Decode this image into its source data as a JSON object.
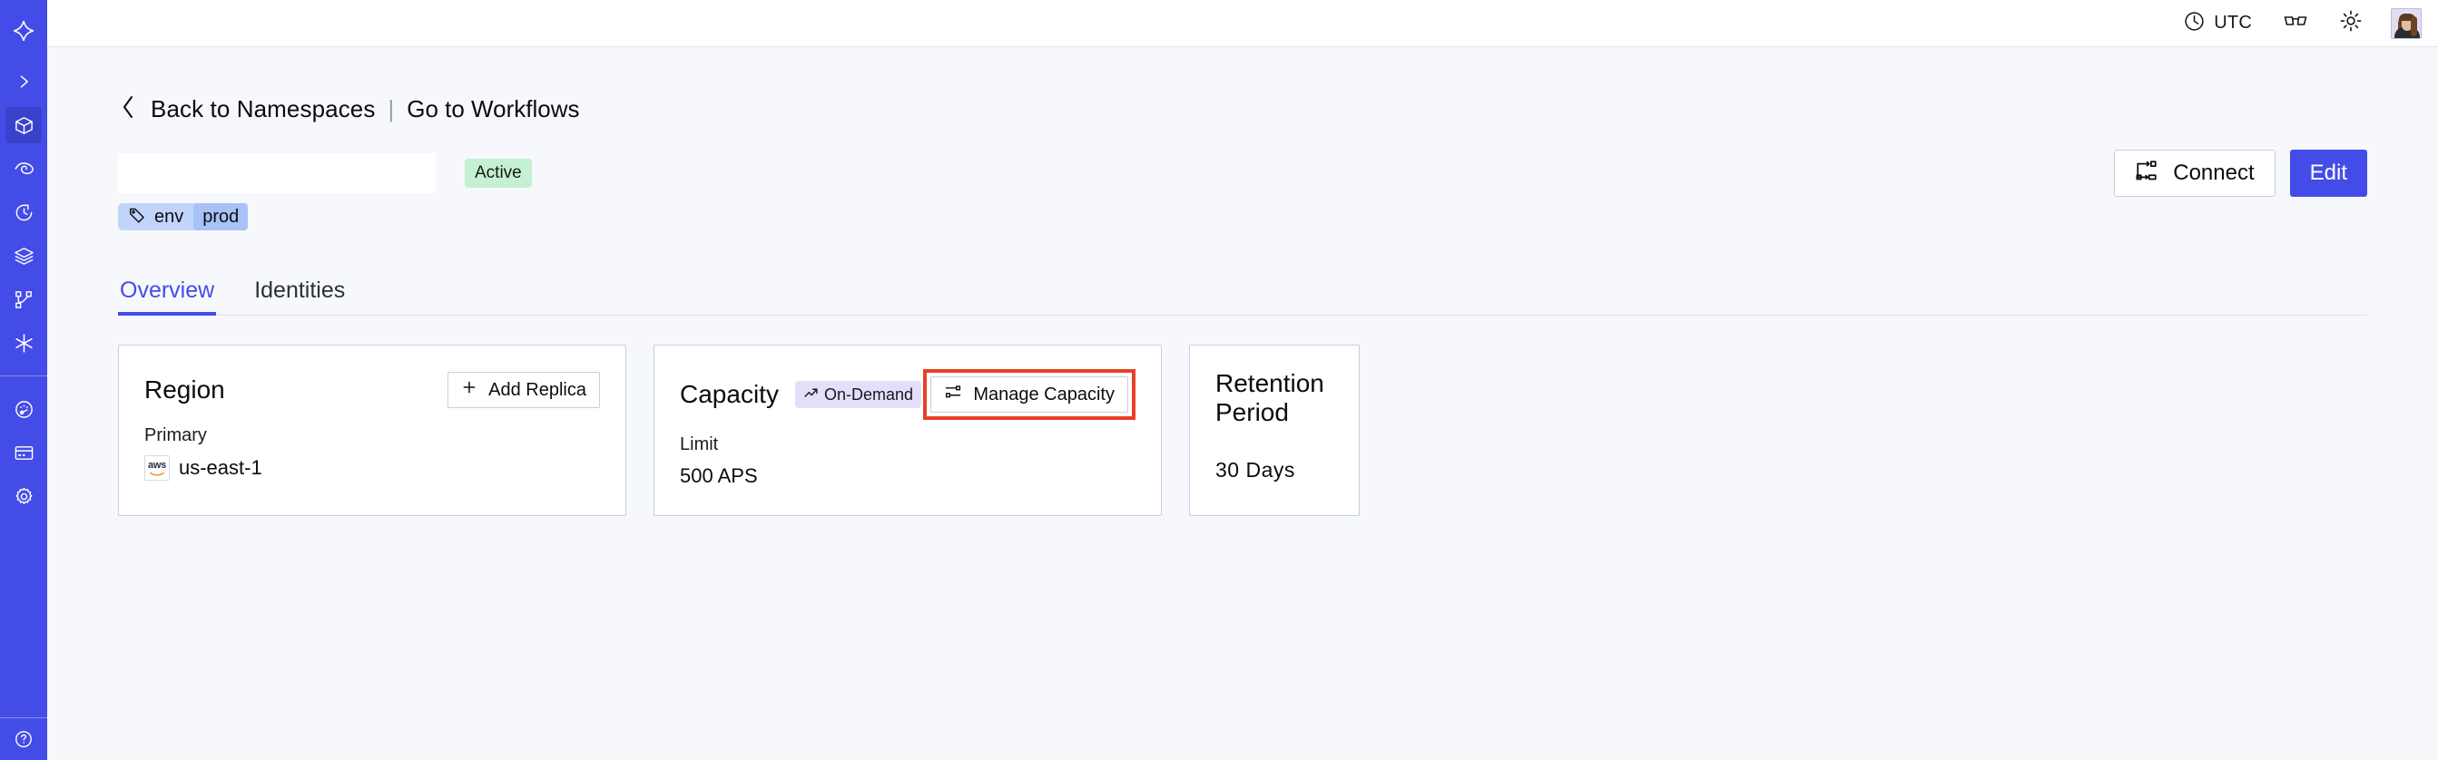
{
  "sidebar": {
    "logo_icon": "temporal-logo-icon",
    "expand_icon": "chevron-right-icon",
    "items": [
      {
        "name": "namespaces",
        "icon": "cube-icon",
        "active": true
      },
      {
        "name": "observability",
        "icon": "eye-icon",
        "active": false
      },
      {
        "name": "schedules",
        "icon": "clock-rotate-icon",
        "active": false
      },
      {
        "name": "batch-operations",
        "icon": "layers-icon",
        "active": false
      },
      {
        "name": "workflows",
        "icon": "git-branch-icon",
        "active": false
      },
      {
        "name": "nexus",
        "icon": "asterisk-icon",
        "active": false
      },
      {
        "name": "usage",
        "icon": "gauge-icon",
        "active": false
      },
      {
        "name": "billing",
        "icon": "credit-card-icon",
        "active": false
      },
      {
        "name": "settings",
        "icon": "gear-icon",
        "active": false
      }
    ]
  },
  "topbar": {
    "timezone_icon": "clock-icon",
    "timezone_label": "UTC",
    "docs_icon": "glasses-icon",
    "theme_icon": "sun-icon",
    "avatar_icon": "user-avatar"
  },
  "breadcrumb": {
    "back_icon": "chevron-left-icon",
    "back_label": "Back to Namespaces",
    "divider": "|",
    "link_label": "Go to Workflows"
  },
  "header": {
    "namespace_title": "",
    "status_badge": "Active",
    "connect_icon": "connect-flow-icon",
    "connect_label": "Connect",
    "edit_label": "Edit"
  },
  "tag": {
    "tag_icon": "tag-icon",
    "key": "env",
    "value": "prod"
  },
  "tabs": [
    {
      "label": "Overview",
      "active": true
    },
    {
      "label": "Identities",
      "active": false
    }
  ],
  "cards": {
    "region": {
      "title": "Region",
      "action_icon": "plus-icon",
      "action_label": "Add Replica",
      "sub_label": "Primary",
      "provider_icon": "aws-logo-icon",
      "provider_text": "aws",
      "value": "us-east-1"
    },
    "capacity": {
      "title": "Capacity",
      "badge_icon": "trend-up-icon",
      "badge_label": "On-Demand",
      "action_icon": "sliders-icon",
      "action_label": "Manage Capacity",
      "sub_label": "Limit",
      "value": "500 APS",
      "highlighted": true
    },
    "retention": {
      "title": "Retention Period",
      "value": "30 Days"
    }
  },
  "colors": {
    "brand": "#444CE7",
    "page_bg": "#F7F8FB",
    "card_border": "#C5CEE0",
    "status_active_bg": "#C5F0D1",
    "badge_ondemand_bg": "#E5DEFB",
    "tag_bg": "#C3D4FB",
    "tag_value_bg": "#A8C2F7",
    "highlight_red": "#E8402A",
    "aws_orange": "#F0921E"
  }
}
